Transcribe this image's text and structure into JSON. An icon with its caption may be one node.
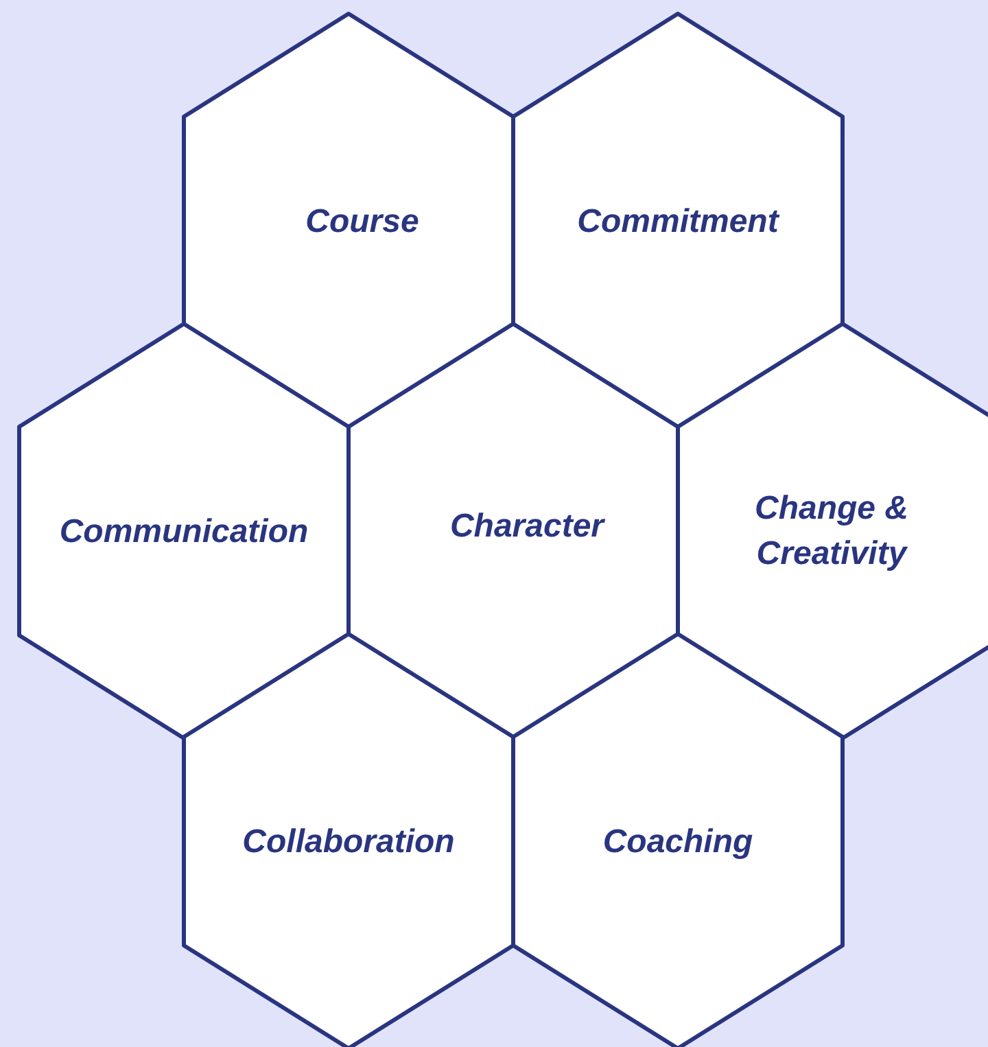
{
  "diagram": {
    "nodes": [
      {
        "text": [
          "Course"
        ]
      },
      {
        "text": [
          "Commitment"
        ]
      },
      {
        "text": [
          "Communication"
        ]
      },
      {
        "text": [
          "Character"
        ]
      },
      {
        "text": [
          "Change & Creativity"
        ]
      },
      {
        "text": [
          "Collaboration"
        ]
      },
      {
        "text": [
          "Coaching"
        ]
      }
    ]
  }
}
